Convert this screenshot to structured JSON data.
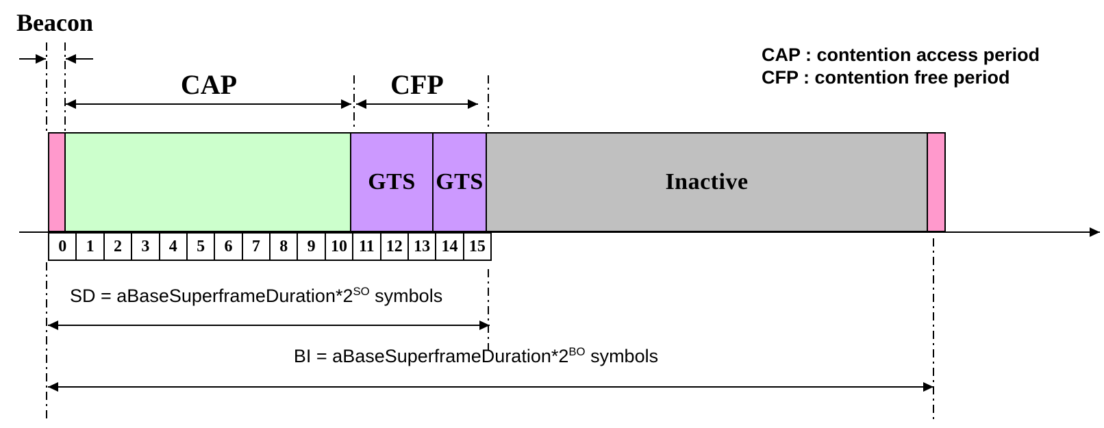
{
  "labels": {
    "beacon": "Beacon",
    "cap": "CAP",
    "cfp": "CFP",
    "gts1": "GTS",
    "gts2": "GTS",
    "inactive": "Inactive"
  },
  "legend": {
    "line1": "CAP : contention access period",
    "line2": "CFP : contention free period"
  },
  "slots": [
    "0",
    "1",
    "2",
    "3",
    "4",
    "5",
    "6",
    "7",
    "8",
    "9",
    "10",
    "11",
    "12",
    "13",
    "14",
    "15"
  ],
  "formulas": {
    "sd": {
      "base": "SD = aBaseSuperframeDuration*2",
      "exp": "SO",
      "unit": " symbols"
    },
    "bi": {
      "base": "BI = aBaseSuperframeDuration*2",
      "exp": "BO",
      "unit": " symbols"
    }
  },
  "colors": {
    "beacon": "#FF99CC",
    "cap": "#CCFFCC",
    "gts": "#CC99FF",
    "inactive": "#C0C0C0"
  }
}
